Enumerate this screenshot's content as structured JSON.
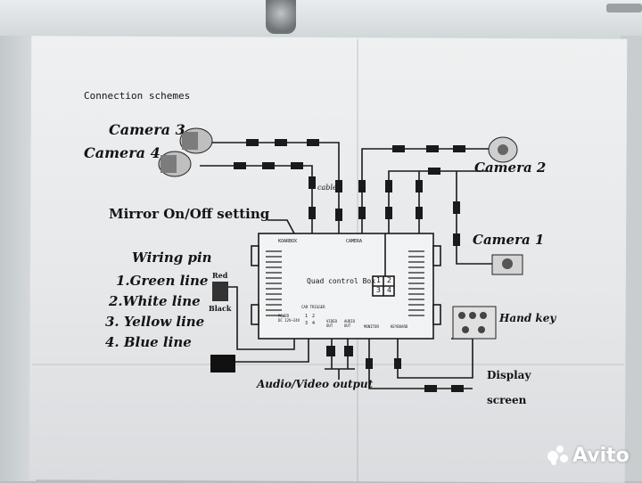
{
  "document": {
    "heading": "Connection schemes"
  },
  "labels": {
    "camera3": "Camera 3",
    "camera4": "Camera 4",
    "camera2": "Camera 2",
    "camera1": "Camera 1",
    "mirror": "Mirror On/Off setting",
    "cable": "cable",
    "hand_key": "Hand key",
    "display_line1": "Display",
    "display_line2": "screen",
    "av_output": "Audio/Video output"
  },
  "box": {
    "title": "Quad control Box",
    "top_left": "KOARBOX",
    "top_mid": "CAMERA",
    "quad_cells": [
      "1",
      "2",
      "3",
      "4"
    ],
    "bottom_power": "POWER\nDC 12V~24V",
    "bottom_trigger": "CAR TRIGGER",
    "trigger_pins": [
      "1",
      "2",
      "3",
      "4"
    ],
    "bottom_video": "VIDEO\nOUT",
    "bottom_audio": "AUDIO\nOUT",
    "bottom_monitor": "MONITOR",
    "bottom_keyboard": "KEYBOARD"
  },
  "wiring": {
    "heading": "Wiring pin",
    "items": [
      "1.Green line",
      "2.White line",
      "3. Yellow line",
      "4. Blue line"
    ],
    "red_label": "Red",
    "black_label": "Black"
  },
  "watermark": {
    "brand": "Avito"
  }
}
